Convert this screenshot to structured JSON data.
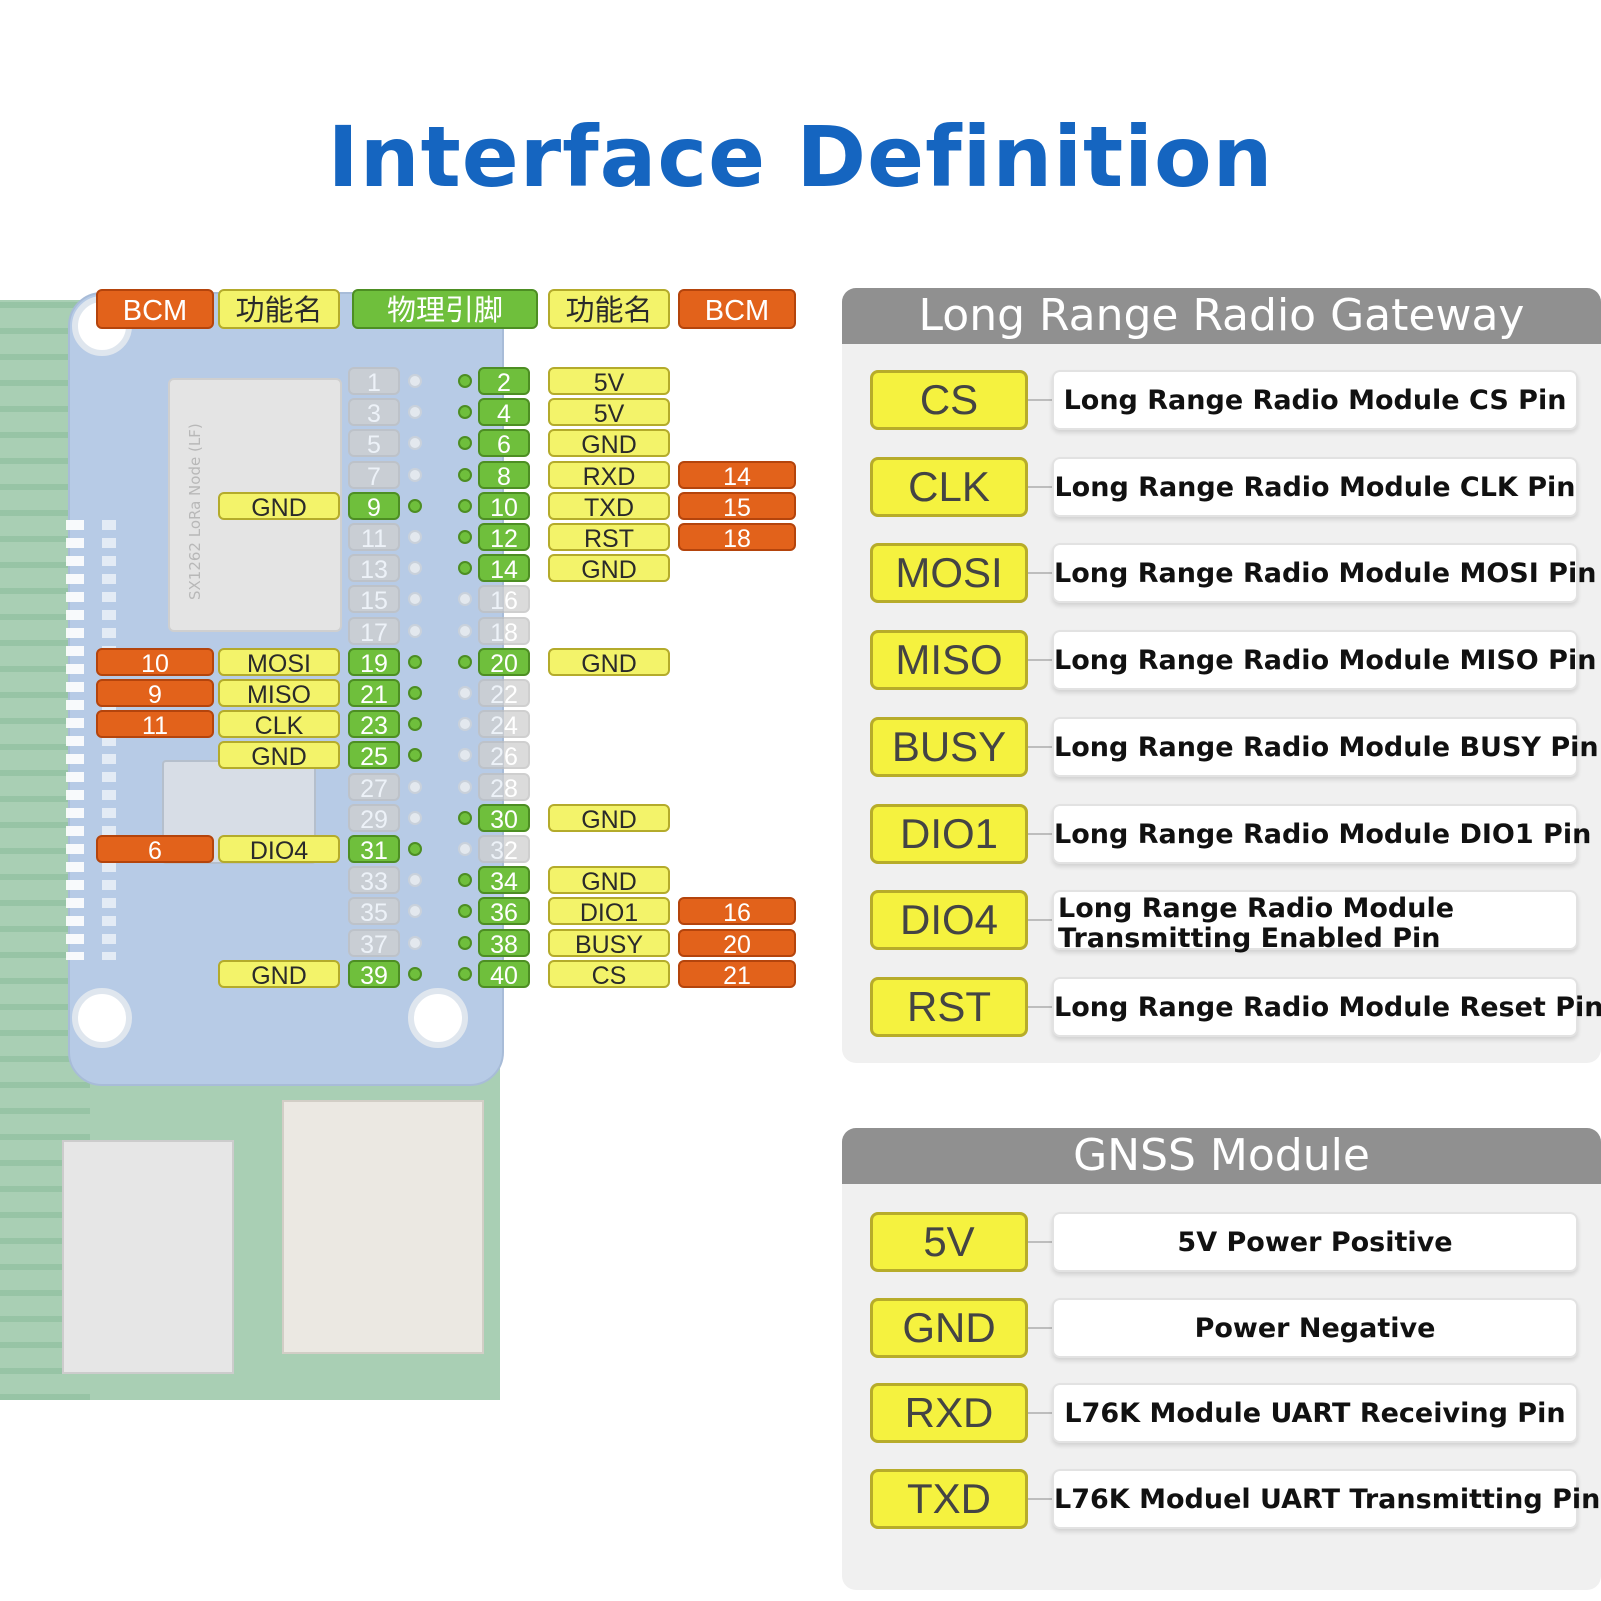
{
  "title": "Interface Definition",
  "board": {
    "module_text": "SX1262 LoRa Node (LF)"
  },
  "header": [
    "BCM",
    "功能名",
    "物理引脚",
    "功能名",
    "BCM"
  ],
  "left_pins": [
    {
      "pin": "1",
      "func": "",
      "bcm": "",
      "active": false
    },
    {
      "pin": "3",
      "func": "",
      "bcm": "",
      "active": false
    },
    {
      "pin": "5",
      "func": "",
      "bcm": "",
      "active": false
    },
    {
      "pin": "7",
      "func": "",
      "bcm": "",
      "active": false
    },
    {
      "pin": "9",
      "func": "GND",
      "bcm": "",
      "active": true
    },
    {
      "pin": "11",
      "func": "",
      "bcm": "",
      "active": false
    },
    {
      "pin": "13",
      "func": "",
      "bcm": "",
      "active": false
    },
    {
      "pin": "15",
      "func": "",
      "bcm": "",
      "active": false
    },
    {
      "pin": "17",
      "func": "",
      "bcm": "",
      "active": false
    },
    {
      "pin": "19",
      "func": "MOSI",
      "bcm": "10",
      "active": true
    },
    {
      "pin": "21",
      "func": "MISO",
      "bcm": "9",
      "active": true
    },
    {
      "pin": "23",
      "func": "CLK",
      "bcm": "11",
      "active": true
    },
    {
      "pin": "25",
      "func": "GND",
      "bcm": "",
      "active": true
    },
    {
      "pin": "27",
      "func": "",
      "bcm": "",
      "active": false
    },
    {
      "pin": "29",
      "func": "",
      "bcm": "",
      "active": false
    },
    {
      "pin": "31",
      "func": "DIO4",
      "bcm": "6",
      "active": true
    },
    {
      "pin": "33",
      "func": "",
      "bcm": "",
      "active": false
    },
    {
      "pin": "35",
      "func": "",
      "bcm": "",
      "active": false
    },
    {
      "pin": "37",
      "func": "",
      "bcm": "",
      "active": false
    },
    {
      "pin": "39",
      "func": "GND",
      "bcm": "",
      "active": true
    }
  ],
  "right_pins": [
    {
      "pin": "2",
      "func": "5V",
      "bcm": "",
      "active": true
    },
    {
      "pin": "4",
      "func": "5V",
      "bcm": "",
      "active": true
    },
    {
      "pin": "6",
      "func": "GND",
      "bcm": "",
      "active": true
    },
    {
      "pin": "8",
      "func": "RXD",
      "bcm": "14",
      "active": true
    },
    {
      "pin": "10",
      "func": "TXD",
      "bcm": "15",
      "active": true
    },
    {
      "pin": "12",
      "func": "RST",
      "bcm": "18",
      "active": true
    },
    {
      "pin": "14",
      "func": "GND",
      "bcm": "",
      "active": true
    },
    {
      "pin": "16",
      "func": "",
      "bcm": "",
      "active": false
    },
    {
      "pin": "18",
      "func": "",
      "bcm": "",
      "active": false
    },
    {
      "pin": "20",
      "func": "GND",
      "bcm": "",
      "active": true
    },
    {
      "pin": "22",
      "func": "",
      "bcm": "",
      "active": false
    },
    {
      "pin": "24",
      "func": "",
      "bcm": "",
      "active": false
    },
    {
      "pin": "26",
      "func": "",
      "bcm": "",
      "active": false
    },
    {
      "pin": "28",
      "func": "",
      "bcm": "",
      "active": false
    },
    {
      "pin": "30",
      "func": "GND",
      "bcm": "",
      "active": true
    },
    {
      "pin": "32",
      "func": "",
      "bcm": "",
      "active": false
    },
    {
      "pin": "34",
      "func": "GND",
      "bcm": "",
      "active": true
    },
    {
      "pin": "36",
      "func": "DIO1",
      "bcm": "16",
      "active": true
    },
    {
      "pin": "38",
      "func": "BUSY",
      "bcm": "20",
      "active": true
    },
    {
      "pin": "40",
      "func": "CS",
      "bcm": "21",
      "active": true
    }
  ],
  "lora_panel": {
    "title": "Long Range Radio Gateway",
    "rows": [
      {
        "code": "CS",
        "desc": "Long Range Radio Module CS Pin"
      },
      {
        "code": "CLK",
        "desc": "Long Range Radio Module CLK Pin"
      },
      {
        "code": "MOSI",
        "desc": "Long Range Radio Module MOSI Pin"
      },
      {
        "code": "MISO",
        "desc": "Long Range Radio Module MISO Pin"
      },
      {
        "code": "BUSY",
        "desc": "Long Range Radio Module BUSY Pin"
      },
      {
        "code": "DIO1",
        "desc": "Long Range Radio Module DIO1 Pin"
      },
      {
        "code": "DIO4",
        "desc": "Long Range Radio Module Transmitting Enabled Pin"
      },
      {
        "code": "RST",
        "desc": "Long Range Radio Module Reset Pin"
      }
    ]
  },
  "gnss_panel": {
    "title": "GNSS Module",
    "rows": [
      {
        "code": "5V",
        "desc": "5V Power Positive"
      },
      {
        "code": "GND",
        "desc": "Power Negative"
      },
      {
        "code": "RXD",
        "desc": "L76K Module UART Receiving Pin"
      },
      {
        "code": "TXD",
        "desc": "L76K Moduel UART Transmitting Pin"
      }
    ]
  },
  "colors": {
    "bcm": "#e2621b",
    "function": "#f3f36a",
    "physical_pin": "#6fbf3c",
    "title": "#1565c0",
    "panel_header": "#909090"
  }
}
